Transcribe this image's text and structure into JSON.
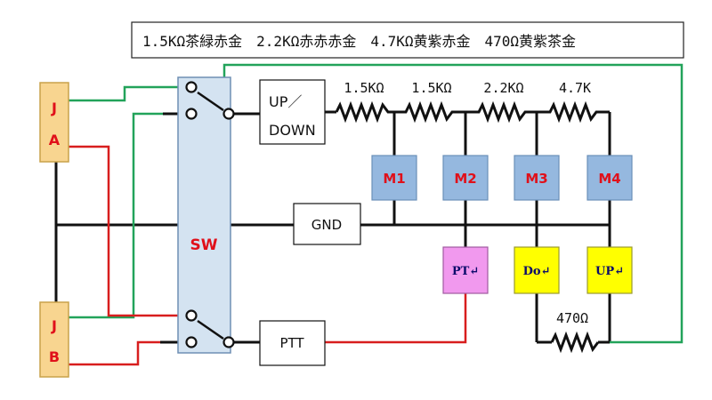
{
  "legend": {
    "text": "1.5KΩ茶緑赤金　2.2KΩ赤赤赤金　4.7KΩ黄紫赤金　470Ω黄紫茶金"
  },
  "connectors": {
    "ja": {
      "line1": "J",
      "line2": "A"
    },
    "jb": {
      "line1": "J",
      "line2": "B"
    }
  },
  "switch": {
    "label": "SW"
  },
  "boxes": {
    "updown": {
      "line1": "UP／",
      "line2": "DOWN"
    },
    "gnd": "GND",
    "ptt": "PTT"
  },
  "resistors": {
    "r1": "1.5KΩ",
    "r2": "1.5KΩ",
    "r3": "2.2KΩ",
    "r4": "4.7K",
    "r5": "470Ω"
  },
  "memory_buttons": [
    {
      "label": "M1"
    },
    {
      "label": "M2"
    },
    {
      "label": "M3"
    },
    {
      "label": "M4"
    }
  ],
  "function_buttons": {
    "pt": "PT↵",
    "do": "Do↵",
    "up": "UP↵"
  },
  "colors": {
    "wire_black": "#111111",
    "wire_red": "#d81e1e",
    "wire_green": "#22a35a",
    "connector_fill": "#f8d590",
    "switch_fill": "#d4e3f1",
    "memory_fill": "#95b8df",
    "pt_fill": "#f199ee",
    "yellow_fill": "#ffff00"
  }
}
